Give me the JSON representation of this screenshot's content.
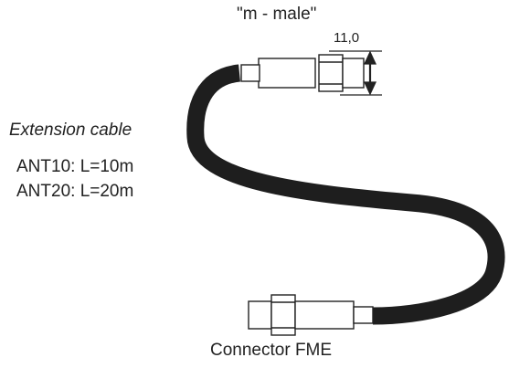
{
  "labels": {
    "top_connector": "\"m - male\"",
    "dimension": "11,0",
    "cable_title": "Extension cable",
    "variants": [
      "ANT10: L=10m",
      "ANT20: L=20m"
    ],
    "bottom_connector": "Connector FME"
  },
  "colors": {
    "line": "#222222",
    "cable": "#1e1e1e",
    "background": "#ffffff"
  }
}
